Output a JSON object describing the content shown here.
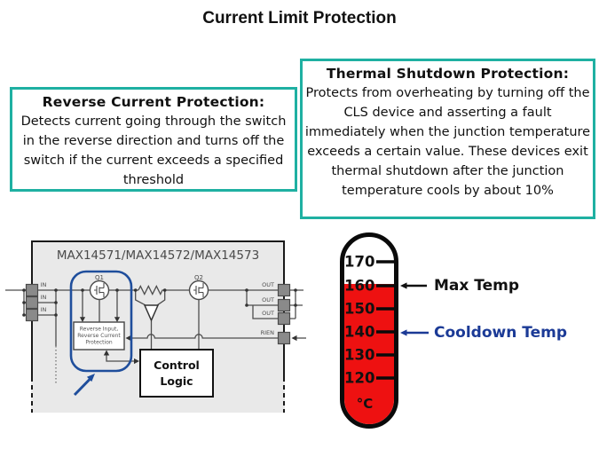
{
  "slide": {
    "title": "Current Limit Protection"
  },
  "info_boxes": {
    "reverse_current": {
      "heading": "Reverse Current Protection:",
      "body": "Detects current going through the switch in the reverse direction and turns off the switch if the current exceeds a specified threshold"
    },
    "thermal_shutdown": {
      "heading": "Thermal Shutdown Protection:",
      "body": "Protects from overheating by turning off the CLS device and asserting a fault immediately when the junction temperature exceeds a certain value. These devices exit thermal shutdown after the junction temperature cools by about 10%"
    }
  },
  "circuit": {
    "chip_name": "MAX14571/MAX14572/MAX14573",
    "input_pins": [
      "IN",
      "IN",
      "IN"
    ],
    "output_pins": [
      "OUT",
      "OUT",
      "OUT"
    ],
    "rien_pin": "RIEN",
    "q1_label": "Q1",
    "q2_label": "Q2",
    "protection_block_lines": [
      "Reverse Input,",
      "Reverse Current",
      "Protection"
    ],
    "control_logic_lines": [
      "Control",
      "Logic"
    ]
  },
  "thermometer": {
    "scale_ticks": [
      "170",
      "160",
      "150",
      "140",
      "130",
      "120"
    ],
    "unit": "°C",
    "fill_top_value": 160,
    "annotations": [
      {
        "label": "Max Temp",
        "value": 160,
        "color": "#111111"
      },
      {
        "label": "Cooldown Temp",
        "value": 140,
        "color": "#1b3a96"
      }
    ]
  },
  "colors": {
    "box_border_teal": "#1fb0a2",
    "highlight_blue": "#1f4e9c",
    "cooldown_blue": "#1b3a96",
    "thermometer_red": "#ee1111",
    "chip_fill_gray": "#e9e9e9"
  }
}
